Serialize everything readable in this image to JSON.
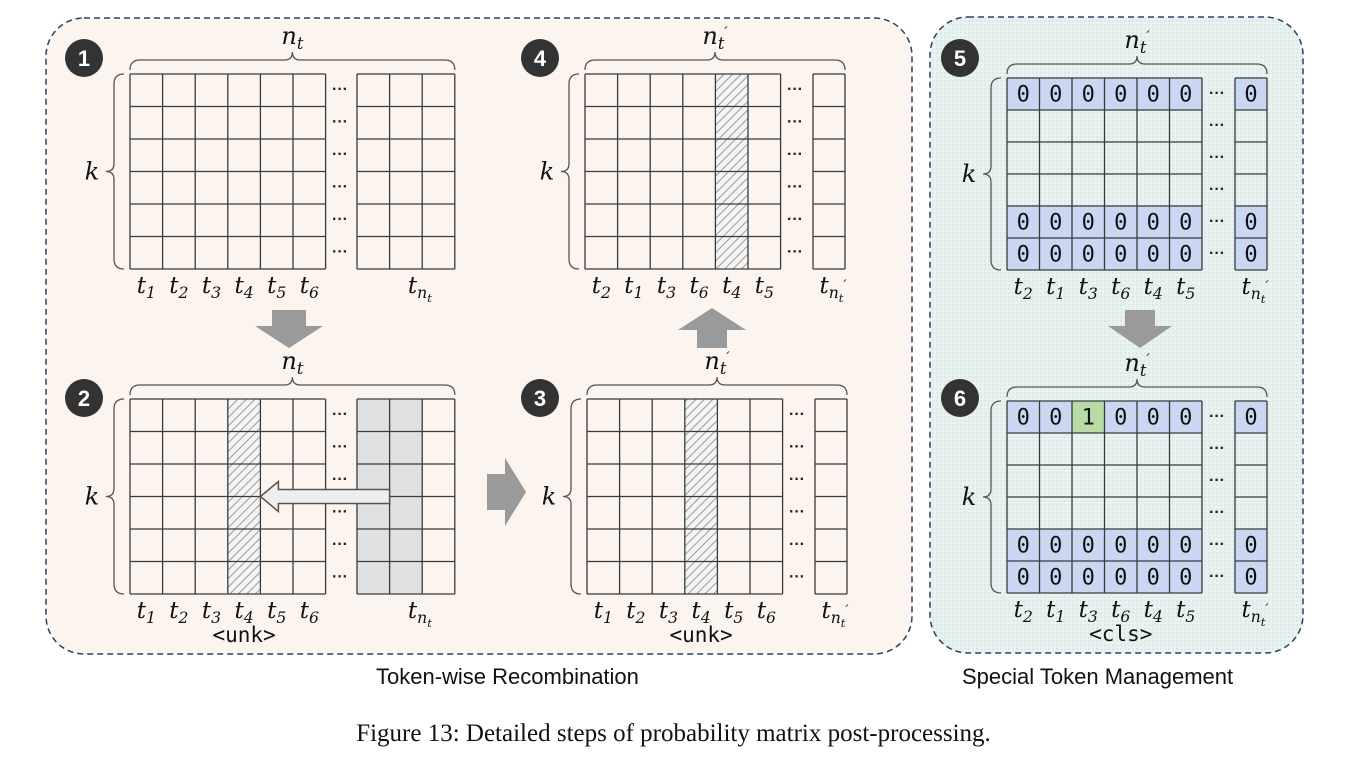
{
  "panels": [
    {
      "id": 1,
      "badge": "1",
      "top_label_base": "n",
      "top_label_sub": "t",
      "top_prime": false,
      "side_label": "k",
      "bottom_labels": [
        {
          "b": "t",
          "s": "1"
        },
        {
          "b": "t",
          "s": "2"
        },
        {
          "b": "t",
          "s": "3"
        },
        {
          "b": "t",
          "s": "4"
        },
        {
          "b": "t",
          "s": "5"
        },
        {
          "b": "t",
          "s": "6"
        }
      ],
      "last_label": {
        "b": "t",
        "s": "n",
        "ss": "t",
        "prime": false
      },
      "under": ""
    },
    {
      "id": 2,
      "badge": "2",
      "top_label_base": "n",
      "top_label_sub": "t",
      "top_prime": false,
      "side_label": "k",
      "bottom_labels": [
        {
          "b": "t",
          "s": "1"
        },
        {
          "b": "t",
          "s": "2"
        },
        {
          "b": "t",
          "s": "3"
        },
        {
          "b": "t",
          "s": "4"
        },
        {
          "b": "t",
          "s": "5"
        },
        {
          "b": "t",
          "s": "6"
        }
      ],
      "last_label": {
        "b": "t",
        "s": "n",
        "ss": "t",
        "prime": false
      },
      "under": "<unk>"
    },
    {
      "id": 3,
      "badge": "3",
      "top_label_base": "n",
      "top_label_sub": "t",
      "top_prime": true,
      "side_label": "k",
      "bottom_labels": [
        {
          "b": "t",
          "s": "1"
        },
        {
          "b": "t",
          "s": "2"
        },
        {
          "b": "t",
          "s": "3"
        },
        {
          "b": "t",
          "s": "4"
        },
        {
          "b": "t",
          "s": "5"
        },
        {
          "b": "t",
          "s": "6"
        }
      ],
      "last_label": {
        "b": "t",
        "s": "n",
        "ss": "t",
        "prime": true
      },
      "under": "<unk>"
    },
    {
      "id": 4,
      "badge": "4",
      "top_label_base": "n",
      "top_label_sub": "t",
      "top_prime": true,
      "side_label": "k",
      "bottom_labels": [
        {
          "b": "t",
          "s": "2"
        },
        {
          "b": "t",
          "s": "1"
        },
        {
          "b": "t",
          "s": "3"
        },
        {
          "b": "t",
          "s": "6"
        },
        {
          "b": "t",
          "s": "4"
        },
        {
          "b": "t",
          "s": "5"
        }
      ],
      "last_label": {
        "b": "t",
        "s": "n",
        "ss": "t",
        "prime": true
      },
      "under": ""
    },
    {
      "id": 5,
      "badge": "5",
      "top_label_base": "n",
      "top_label_sub": "t",
      "top_prime": true,
      "side_label": "k",
      "bottom_labels": [
        {
          "b": "t",
          "s": "2"
        },
        {
          "b": "t",
          "s": "1"
        },
        {
          "b": "t",
          "s": "3"
        },
        {
          "b": "t",
          "s": "6"
        },
        {
          "b": "t",
          "s": "4"
        },
        {
          "b": "t",
          "s": "5"
        }
      ],
      "last_label": {
        "b": "t",
        "s": "n",
        "ss": "t",
        "prime": true
      },
      "under": ""
    },
    {
      "id": 6,
      "badge": "6",
      "top_label_base": "n",
      "top_label_sub": "t",
      "top_prime": true,
      "side_label": "k",
      "bottom_labels": [
        {
          "b": "t",
          "s": "2"
        },
        {
          "b": "t",
          "s": "1"
        },
        {
          "b": "t",
          "s": "3"
        },
        {
          "b": "t",
          "s": "6"
        },
        {
          "b": "t",
          "s": "4"
        },
        {
          "b": "t",
          "s": "5"
        }
      ],
      "last_label": {
        "b": "t",
        "s": "n",
        "ss": "t",
        "prime": true
      },
      "under": "<cls>"
    }
  ],
  "special_rows": {
    "panel5": {
      "top": [
        "0",
        "0",
        "0",
        "0",
        "0",
        "0",
        "0"
      ],
      "bottom1": [
        "0",
        "0",
        "0",
        "0",
        "0",
        "0",
        "0"
      ],
      "bottom2": [
        "0",
        "0",
        "0",
        "0",
        "0",
        "0",
        "0"
      ]
    },
    "panel6": {
      "top": [
        "0",
        "0",
        "1",
        "0",
        "0",
        "0",
        "0"
      ],
      "bottom1": [
        "0",
        "0",
        "0",
        "0",
        "0",
        "0",
        "0"
      ],
      "bottom2": [
        "0",
        "0",
        "0",
        "0",
        "0",
        "0",
        "0"
      ]
    }
  },
  "ellipsis": "···",
  "sections": {
    "left_title": "Token-wise Recombination",
    "right_title": "Special Token Management"
  },
  "caption": "Figure 13: Detailed steps of probability matrix post-processing.",
  "colors": {
    "left_bg": "#fbf4ef",
    "right_bg": "#e3f1ee",
    "border": "#2d3f66",
    "special_cell": "#c9d7f2",
    "highlight_cell": "#b9dca6",
    "gray_cols": "#e1e1e1",
    "arrow": "#9a9a9a",
    "badge": "#333333"
  }
}
